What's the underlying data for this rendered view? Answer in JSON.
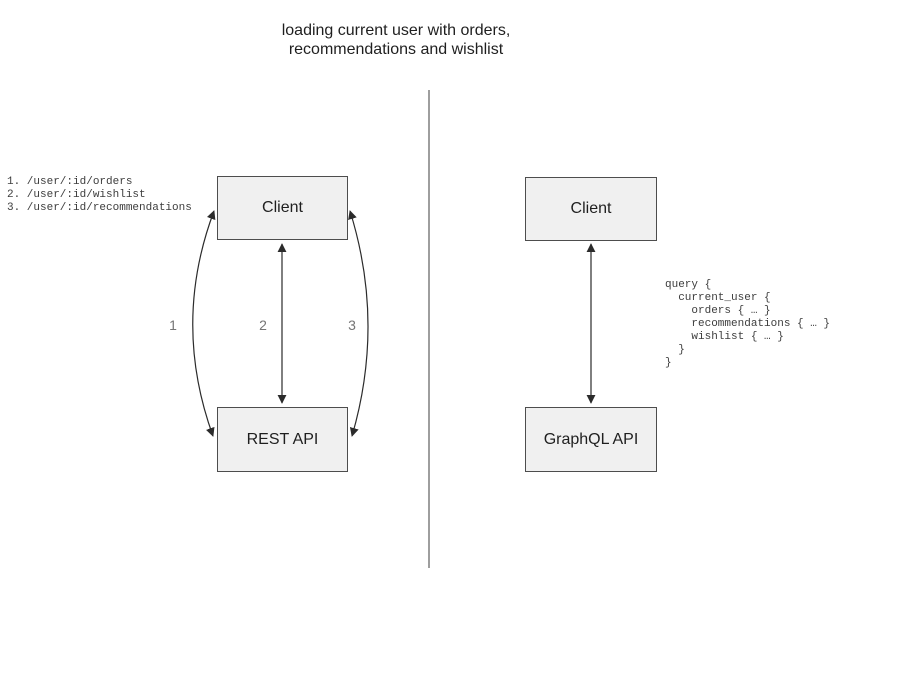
{
  "title": {
    "line1": "loading current user with orders,",
    "line2": "recommendations and wishlist"
  },
  "left_panel": {
    "endpoints": [
      "1. /user/:id/orders",
      "2. /user/:id/wishlist",
      "3. /user/:id/recommendations"
    ],
    "client_label": "Client",
    "api_label": "REST API",
    "arrow_labels": [
      "1",
      "2",
      "3"
    ]
  },
  "right_panel": {
    "client_label": "Client",
    "api_label": "GraphQL API",
    "query_lines": [
      "query {",
      "  current_user {",
      "    orders { … }",
      "    recommendations { … }",
      "    wishlist { … }",
      "  }",
      "}"
    ]
  },
  "colors": {
    "box_fill": "#f0f0f0",
    "box_border": "#4d4d4d",
    "arrow": "#2b2b2b",
    "divider": "#7f7f7f",
    "muted_label": "#757575",
    "code_text": "#3d3d3d"
  }
}
